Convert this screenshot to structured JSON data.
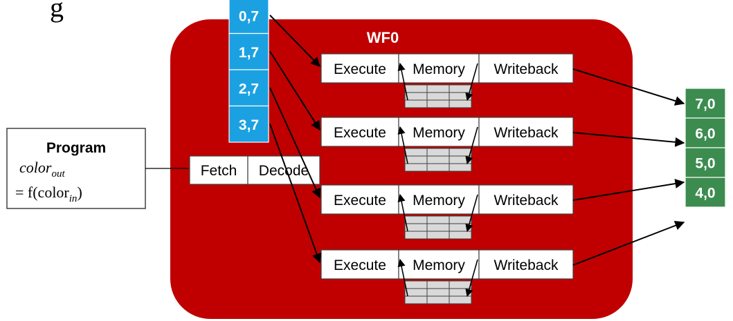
{
  "colors": {
    "wavefront": "#c00000",
    "input_column": "#1ba1e2",
    "output_column": "#3c8c4f",
    "stage_box": "#ffffff",
    "memory_cell": "#d9d9d9"
  },
  "header_fragment": "g",
  "program": {
    "title": "Program",
    "line1_main": "color",
    "line1_sub": "out",
    "line2_prefix": "= f(color",
    "line2_sub": "in",
    "line2_suffix": ")"
  },
  "frontend": {
    "fetch": "Fetch",
    "decode": "Decode"
  },
  "wavefront": {
    "title": "WF0"
  },
  "input_registers": [
    "0,7",
    "1,7",
    "2,7",
    "3,7"
  ],
  "output_registers": [
    "7,0",
    "6,0",
    "5,0",
    "4,0"
  ],
  "pipelines": [
    {
      "execute": "Execute",
      "memory": "Memory",
      "writeback": "Writeback"
    },
    {
      "execute": "Execute",
      "memory": "Memory",
      "writeback": "Writeback"
    },
    {
      "execute": "Execute",
      "memory": "Memory",
      "writeback": "Writeback"
    },
    {
      "execute": "Execute",
      "memory": "Memory",
      "writeback": "Writeback"
    }
  ]
}
